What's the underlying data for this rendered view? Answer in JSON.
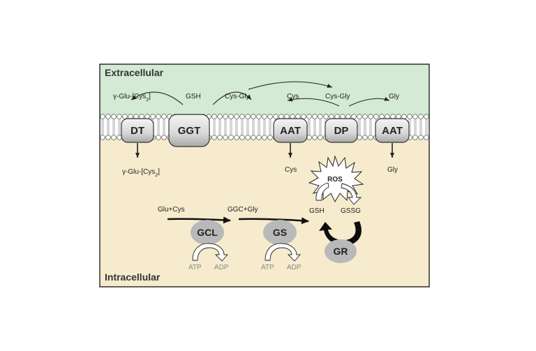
{
  "regions": {
    "top": "Extracellular",
    "bottom": "Intracellular"
  },
  "transporters": {
    "dt": "DT",
    "ggt": "GGT",
    "aat1": "AAT",
    "dp": "DP",
    "aat2": "AAT"
  },
  "extracellular": {
    "gglu_base": "γ-Glu-[Cys",
    "gglu_sub": "2",
    "gglu_end": "]",
    "gsh": "GSH",
    "cysgly1": "Cys-Gly",
    "cys": "Cys",
    "cysgly2": "Cys-Gly",
    "gly": "Gly"
  },
  "intracellular": {
    "gglu_base": "γ-Glu-[Cys",
    "gglu_sub": "2",
    "gglu_end": "]",
    "cys": "Cys",
    "gly": "Gly",
    "ros": "ROS",
    "glucys": "Glu+Cys",
    "ggcgly": "GGC+Gly",
    "gsh": "GSH",
    "gssg": "GSSG"
  },
  "enzymes": {
    "gcl": "GCL",
    "gs": "GS",
    "gr": "GR"
  },
  "cofactors": {
    "atp1": "ATP",
    "adp1": "ADP",
    "atp2": "ATP",
    "adp2": "ADP"
  },
  "colors": {
    "extracellular": "#d5ead5",
    "intracellular": "#f6ebcd",
    "membrane": "#ffffff",
    "blob": "#b9b9b9"
  }
}
